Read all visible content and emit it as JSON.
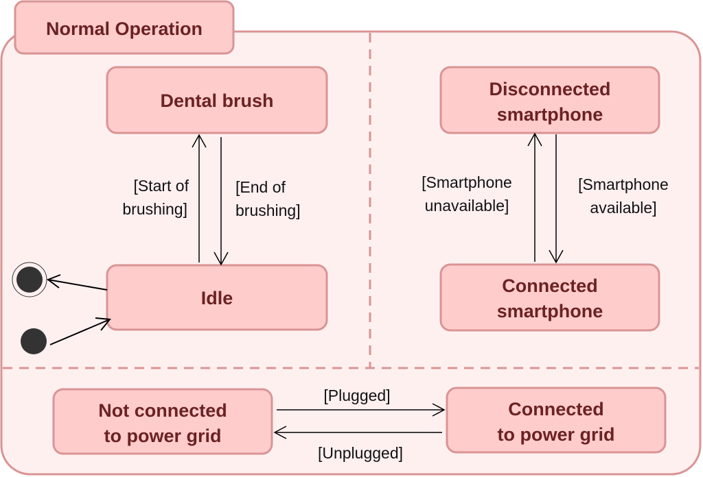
{
  "diagram": {
    "type": "UML state machine",
    "composite_state": {
      "title": "Normal Operation"
    },
    "colors": {
      "state_fill": "#ffcccc",
      "state_border": "#d99494",
      "container_fill": "#fff0f0",
      "state_text": "#6b2222",
      "transition": "#000000",
      "pseudostate": "#333333"
    },
    "regions": [
      {
        "name": "brushing",
        "states": [
          {
            "id": "dental_brush",
            "lines": [
              "Dental brush"
            ]
          },
          {
            "id": "idle",
            "lines": [
              "Idle"
            ]
          }
        ],
        "transitions": [
          {
            "from": "idle",
            "to": "dental_brush",
            "guard_lines": [
              "[Start of",
              "brushing]"
            ]
          },
          {
            "from": "dental_brush",
            "to": "idle",
            "guard_lines": [
              "[End of",
              "brushing]"
            ]
          },
          {
            "from": "initial",
            "to": "idle",
            "guard_lines": []
          },
          {
            "from": "idle",
            "to": "final",
            "guard_lines": []
          }
        ]
      },
      {
        "name": "smartphone",
        "states": [
          {
            "id": "disconnected_smartphone",
            "lines": [
              "Disconnected",
              "smartphone"
            ]
          },
          {
            "id": "connected_smartphone",
            "lines": [
              "Connected",
              "smartphone"
            ]
          }
        ],
        "transitions": [
          {
            "from": "connected_smartphone",
            "to": "disconnected_smartphone",
            "guard_lines": [
              "[Smartphone",
              "unavailable]"
            ]
          },
          {
            "from": "disconnected_smartphone",
            "to": "connected_smartphone",
            "guard_lines": [
              "[Smartphone",
              "available]"
            ]
          }
        ]
      },
      {
        "name": "power",
        "states": [
          {
            "id": "not_connected_power",
            "lines": [
              "Not connected",
              "to power grid"
            ]
          },
          {
            "id": "connected_power",
            "lines": [
              "Connected",
              "to power grid"
            ]
          }
        ],
        "transitions": [
          {
            "from": "not_connected_power",
            "to": "connected_power",
            "guard_lines": [
              "[Plugged]"
            ]
          },
          {
            "from": "connected_power",
            "to": "not_connected_power",
            "guard_lines": [
              "[Unplugged]"
            ]
          }
        ]
      }
    ]
  }
}
